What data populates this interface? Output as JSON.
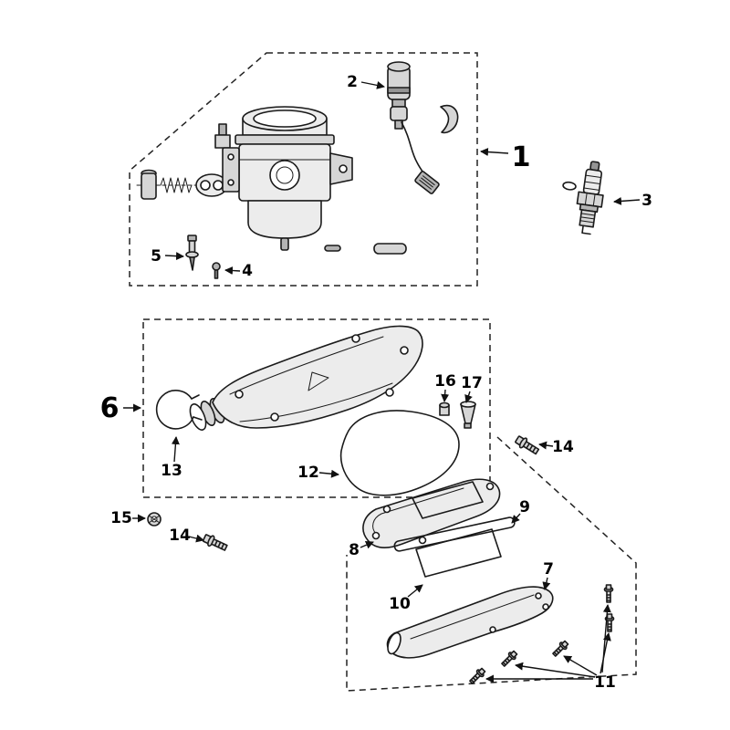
{
  "page": {
    "background": "#ffffff",
    "line_color": "#1a1a1a",
    "fill_light": "#ececec",
    "fill_mid": "#d6d6d6"
  },
  "diagram": {
    "kind": "exploded-parts-diagram",
    "callouts": {
      "c1": "1",
      "c2": "2",
      "c3": "3",
      "c4": "4",
      "c5": "5",
      "c6": "6",
      "c7": "7",
      "c8": "8",
      "c9": "9",
      "c10": "10",
      "c11": "11",
      "c12": "12",
      "c13": "13",
      "c14_right": "14",
      "c14_left": "14",
      "c15": "15",
      "c16": "16",
      "c17": "17"
    },
    "parts": {
      "p1": "carburetor-assembly",
      "p2": "auto-choke-solenoid",
      "p3": "spark-plug",
      "p4": "screw",
      "p5": "jet",
      "p6": "air-filter-box",
      "p7": "intake-duct",
      "p8": "filter-housing",
      "p9": "retainer-frame",
      "p10": "filter-element",
      "p11": "bolt-set",
      "p12": "gasket-seal",
      "p13": "hose-clamp",
      "p14": "flange-bolt",
      "p15": "nut",
      "p16": "spacer",
      "p17": "nozzle"
    }
  }
}
